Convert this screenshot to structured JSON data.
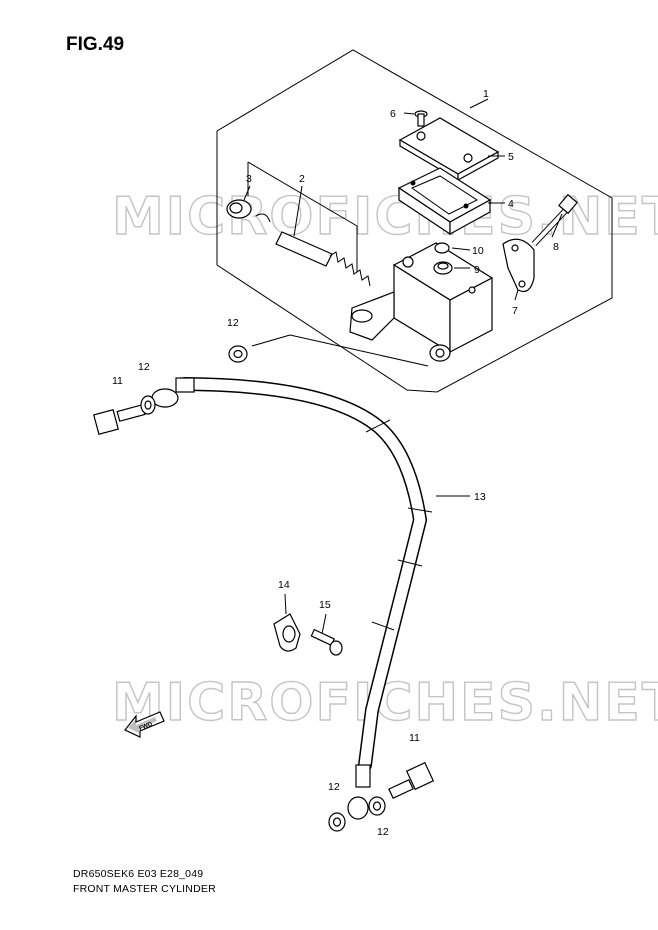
{
  "figure": {
    "title": "FIG.49"
  },
  "watermarks": [
    "MICROFICHES.NET",
    "MICROFICHES.NET"
  ],
  "callouts": [
    {
      "id": "c1",
      "label": "1"
    },
    {
      "id": "c2",
      "label": "2"
    },
    {
      "id": "c3",
      "label": "3"
    },
    {
      "id": "c4",
      "label": "4"
    },
    {
      "id": "c5",
      "label": "5"
    },
    {
      "id": "c6",
      "label": "6"
    },
    {
      "id": "c7",
      "label": "7"
    },
    {
      "id": "c8",
      "label": "8"
    },
    {
      "id": "c9",
      "label": "9"
    },
    {
      "id": "c10",
      "label": "10"
    },
    {
      "id": "c11a",
      "label": "11"
    },
    {
      "id": "c11b",
      "label": "11"
    },
    {
      "id": "c12a",
      "label": "12"
    },
    {
      "id": "c12b",
      "label": "12"
    },
    {
      "id": "c12c",
      "label": "12"
    },
    {
      "id": "c12d",
      "label": "12"
    },
    {
      "id": "c13",
      "label": "13"
    },
    {
      "id": "c14",
      "label": "14"
    },
    {
      "id": "c15",
      "label": "15"
    }
  ],
  "fwd_arrow": {
    "label": "FWD"
  },
  "footer": {
    "code": "DR650SEK6 E03 E28_049",
    "name": "FRONT MASTER CYLINDER"
  }
}
